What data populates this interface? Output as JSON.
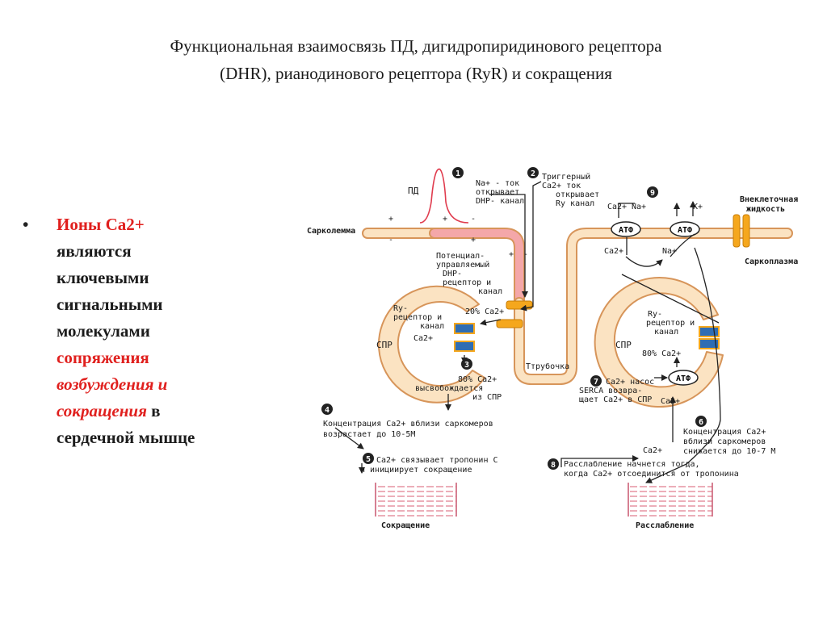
{
  "title": {
    "line1": "Функциональная взаимосвязь  ПД, дигидропиридинового рецептора",
    "line2": "(DHR), рианодинового рецептора (RyR) и сокращения"
  },
  "bullet": {
    "marker": "•",
    "w1": "Ионы Са2+",
    "w2": "являются",
    "w3": "ключевыми",
    "w4": "сигнальными",
    "w5": "молекулами",
    "w6": "сопряжения",
    "w7": "возбуждения и",
    "w8a": "сокращения",
    "w8b": " в",
    "w9": "сердечной мышце"
  },
  "diagram": {
    "pd": "ПД",
    "plus": "+",
    "minus": "-",
    "sarcolemma": "Сарколемма",
    "extracell1": "Внеклеточная",
    "extracell2": "жидкость",
    "sarcoplasm": "Саркоплазма",
    "step1": {
      "num": "1",
      "l1": "Na+ - ток",
      "l2": "открывает",
      "l3": "DHP- канал"
    },
    "step2": {
      "num": "2",
      "l1": "Триггерный",
      "l2": "Ca2+ ток",
      "l3": "открывает",
      "l4": "Ry канал"
    },
    "potential": {
      "l1": "Потенциал-",
      "l2": "управляемый",
      "l3": "DHP-",
      "l4": "рецептор и",
      "l5": "канал"
    },
    "pct20": "20% Ca2+",
    "ry_left": {
      "l1": "Ry-",
      "l2": "рецептор и",
      "l3": "канал"
    },
    "ca2_left": "Ca2+",
    "spr": "СПР",
    "step3": {
      "num": "3",
      "l1": "80% Ca2+",
      "l2": "высвобождается",
      "l3": "из СПР"
    },
    "tubule": "Ттрубочка",
    "step4": {
      "num": "4",
      "l1": "Концентрация Ca2+ вблизи саркомеров",
      "l2": "возрастает до 10-5М"
    },
    "step5": {
      "num": "5",
      "l1": "Ca2+ связывает тропонин С",
      "l2": "и инициирует сокращение"
    },
    "contraction": "Сокращение",
    "step7": {
      "num": "7",
      "l1": "Ca2+ насос",
      "l2": "SERCA возвра-",
      "l3": "щает Ca2+ в СПР"
    },
    "step8": {
      "num": "8",
      "l1": "Расслабление начнется тогда,",
      "l2": "когда Ca2+ отсоединится от тропонина"
    },
    "relaxation": "Расслабление",
    "ry_right": {
      "l1": "Ry-",
      "l2": "рецептор и",
      "l3": "канал"
    },
    "pct80": "80% Ca2+",
    "atp": "АТФ",
    "ca2": "Ca2+",
    "na": "Na+",
    "k": "K+",
    "step9": "9",
    "step6": {
      "num": "6",
      "l1": "Концентрация Ca2+",
      "l2": "вблизи саркомеров",
      "l3": "снижается до 10-7 М"
    }
  },
  "colors": {
    "membrane_fill": "#fbe3c2",
    "membrane_stroke": "#d7955a",
    "sarcolemma_pink": "#f4a7a9",
    "receptor_orange": "#f5a71d",
    "channel_blue": "#2f6db3",
    "sarcomere_pink": "#e79aa7",
    "accent_red": "#e0201e"
  }
}
